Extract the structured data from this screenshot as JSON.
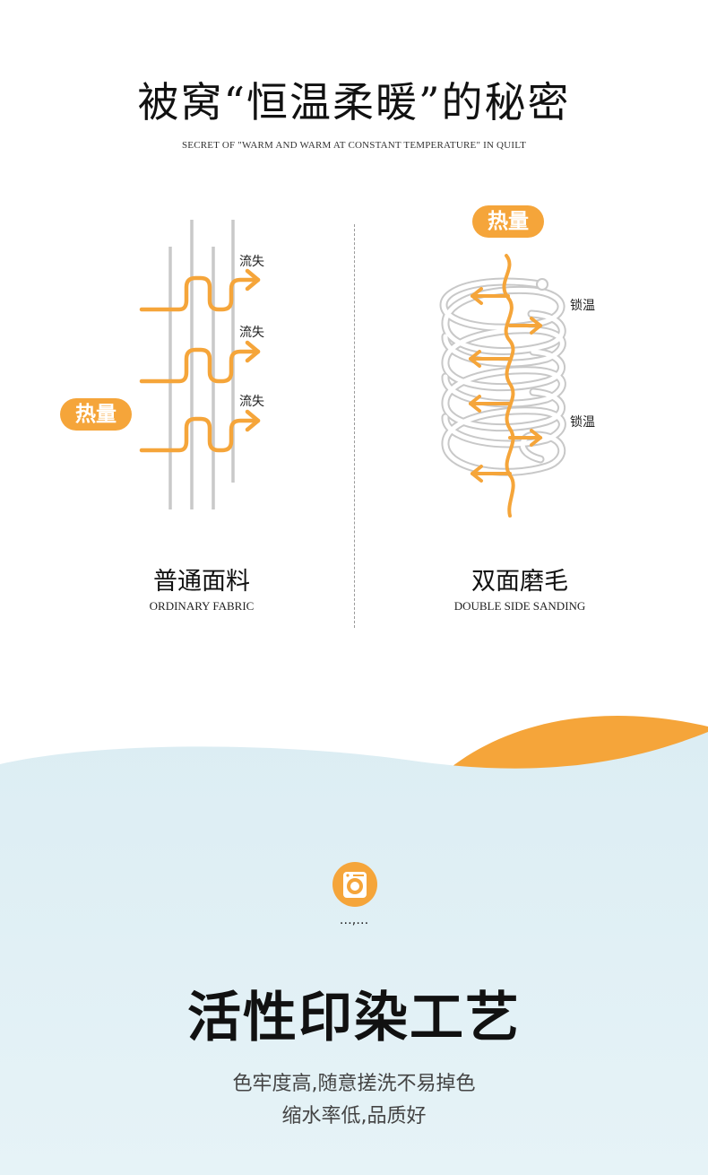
{
  "header": {
    "title": "被窝“恒温柔暖”的秘密",
    "subtitle": "SECRET OF \"WARM AND WARM AT CONSTANT TEMPERATURE\" IN QUILT"
  },
  "left_panel": {
    "badge": "热量",
    "loss_labels": [
      "流失",
      "流失",
      "流失"
    ],
    "title": "普通面料",
    "subtitle": "ORDINARY FABRIC"
  },
  "right_panel": {
    "badge": "热量",
    "lock_labels": [
      "锁温",
      "锁温"
    ],
    "title": "双面磨毛",
    "subtitle": "DOUBLE SIDE SANDING"
  },
  "bottom_section": {
    "icon": "washing-machine-icon",
    "ellipsis": "…,…",
    "heading": "活性印染工艺",
    "line1": "色牢度高,随意搓洗不易掉色",
    "line2": "缩水率低,品质好"
  },
  "colors": {
    "accent": "#f5a53a",
    "light_blue": "#dcedf3",
    "gray": "#c9c9c9"
  }
}
